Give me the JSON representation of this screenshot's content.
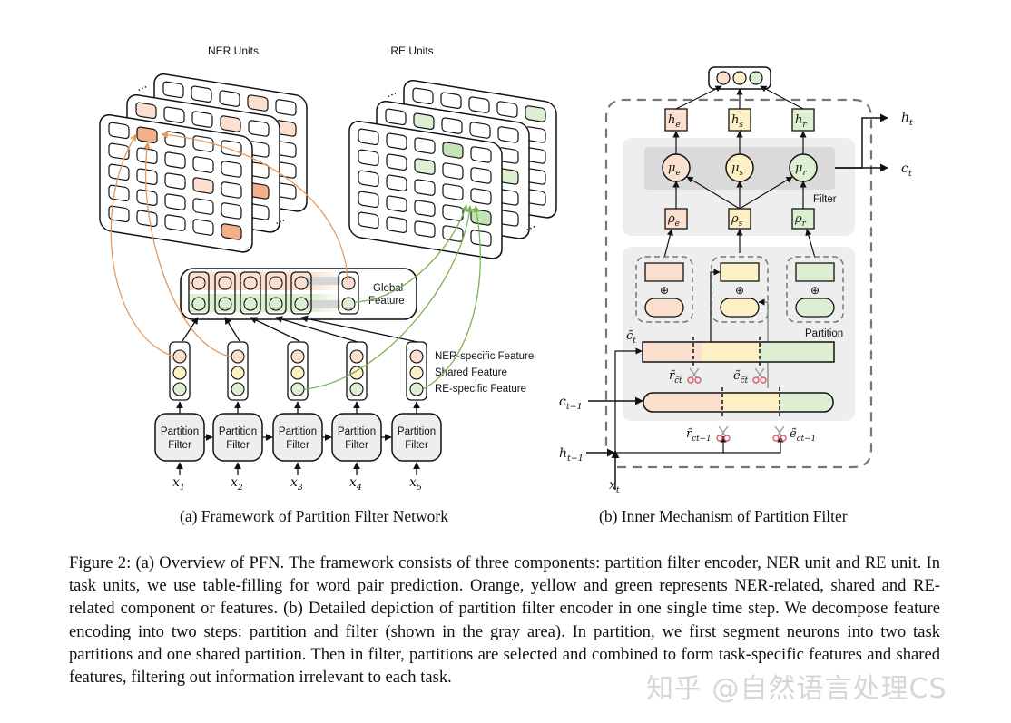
{
  "figure": {
    "panel_a": {
      "ner_units_label": "NER Units",
      "re_units_label": "RE Units",
      "ellipsis": "...",
      "global_feature_label_line1": "Global",
      "global_feature_label_line2": "Feature",
      "legend": {
        "ner": "NER-specific Feature",
        "shared": "Shared Feature",
        "re": "RE-specific Feature"
      },
      "partition_filter_line1": "Partition",
      "partition_filter_line2": "Filter",
      "inputs": [
        {
          "base": "x",
          "sub": "1"
        },
        {
          "base": "x",
          "sub": "2"
        },
        {
          "base": "x",
          "sub": "3"
        },
        {
          "base": "x",
          "sub": "4"
        },
        {
          "base": "x",
          "sub": "5"
        }
      ],
      "subcaption": "(a)  Framework of Partition Filter Network"
    },
    "panel_b": {
      "outputs": [
        {
          "base": "h",
          "sub": "e"
        },
        {
          "base": "h",
          "sub": "s"
        },
        {
          "base": "h",
          "sub": "r"
        }
      ],
      "mus": [
        {
          "base": "μ",
          "sub": "e"
        },
        {
          "base": "μ",
          "sub": "s"
        },
        {
          "base": "μ",
          "sub": "r"
        }
      ],
      "rhos": [
        {
          "base": "ρ",
          "sub": "e"
        },
        {
          "base": "ρ",
          "sub": "s"
        },
        {
          "base": "ρ",
          "sub": "r"
        }
      ],
      "filter_label": "Filter",
      "partition_label": "Partition",
      "oplus": "⊕",
      "ht": {
        "base": "h",
        "sub": "t"
      },
      "ct": {
        "base": "c",
        "sub": "t"
      },
      "ctilde": {
        "base": "c̃",
        "sub": "t"
      },
      "r_ct": {
        "base": "r̃",
        "sub": "c̃t"
      },
      "e_ct": {
        "base": "ẽ",
        "sub": "c̃t"
      },
      "c_prev": {
        "base": "c",
        "sub": "t−1"
      },
      "h_prev": {
        "base": "h",
        "sub": "t−1"
      },
      "r_cprev": {
        "base": "r̃",
        "sub": "ct−1"
      },
      "e_cprev": {
        "base": "ẽ",
        "sub": "ct−1"
      },
      "xt": {
        "base": "x",
        "sub": "t"
      },
      "subcaption": "(b)  Inner Mechanism of Partition Filter"
    },
    "colors": {
      "ner": "#fbe0d0",
      "ner_strong": "#f4b088",
      "ner_arrow": "#e59a60",
      "shared": "#fdf0c4",
      "re": "#dcefd2",
      "re_strong": "#c4e4b4",
      "re_arrow": "#7cb356",
      "gray_panel": "#eeeeee",
      "gray_inner": "#dadada",
      "scissors": "#d95c6a"
    }
  },
  "caption": "Figure 2:  (a) Overview of PFN. The framework consists of three components: partition filter encoder, NER unit and RE unit.  In task units, we use table-filling for word pair prediction.  Orange, yellow and green represents NER-related, shared and RE-related component or features.  (b) Detailed depiction of partition filter encoder in one single time step. We decompose feature encoding into two steps: partition and filter (shown in the gray area). In partition, we first segment neurons into two task partitions and one shared partition.  Then in filter, partitions are selected and combined to form task-specific features and shared features, filtering out information irrelevant to each task.",
  "watermark": "知乎 @自然语言处理CS"
}
